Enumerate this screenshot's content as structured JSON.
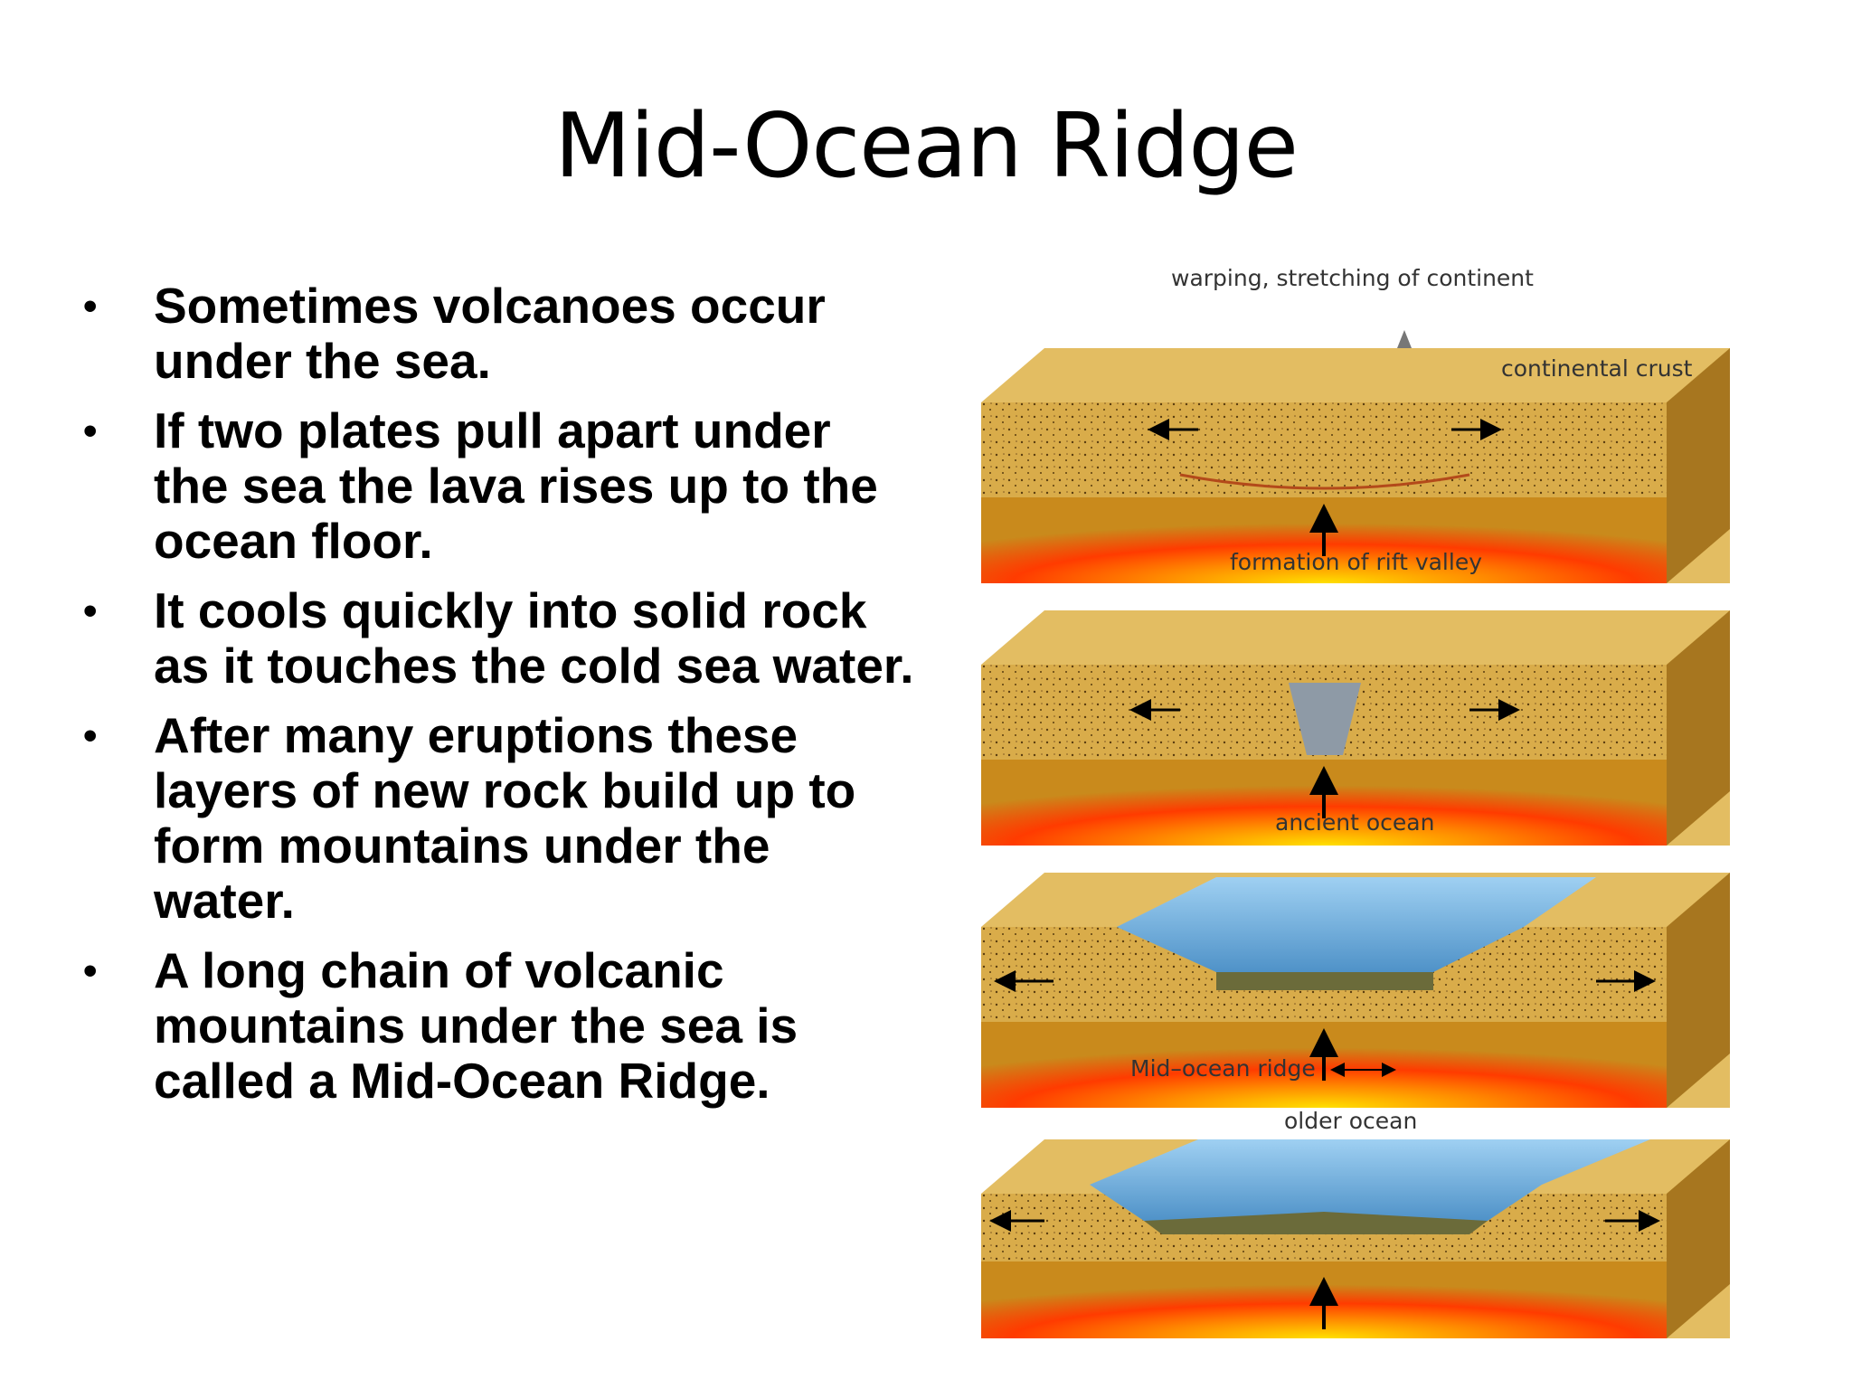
{
  "slide": {
    "title": "Mid-Ocean Ridge",
    "bullets": [
      "Sometimes volcanoes occur under the sea.",
      "If two plates pull apart under the sea the lava rises up to the ocean floor.",
      "It cools quickly into solid rock as it touches the cold sea water.",
      "After many eruptions these layers of new rock build up to form mountains under the water.",
      "A long chain of volcanic mountains under the sea is called a Mid-Ocean Ridge."
    ],
    "bullet_symbol": "•"
  },
  "diagram": {
    "panels": [
      {
        "label": "warping, stretching of continent",
        "extra_label": "continental crust"
      },
      {
        "label": "formation of rift valley"
      },
      {
        "label": "ancient ocean"
      },
      {
        "label": "older ocean",
        "extra_label": "Mid–ocean ridge"
      }
    ],
    "colors": {
      "crust": "#d9ac4a",
      "crust_top": "#e3bd62",
      "mantle_edge": "#c98a1c",
      "magma": "#ff3a00",
      "magma_core": "#ffd000",
      "ocean": "#7ab6e6",
      "ridge_rock": "#6b6b3a"
    }
  }
}
